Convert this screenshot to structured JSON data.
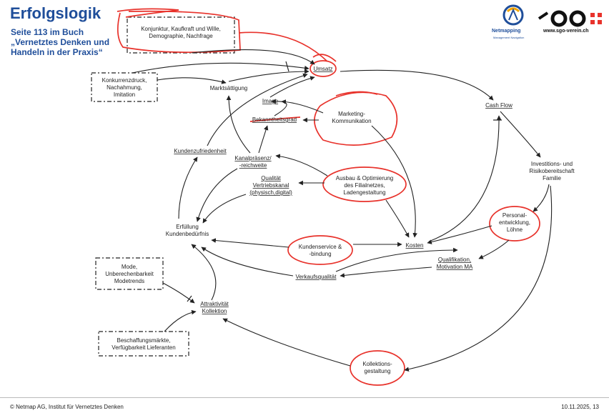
{
  "title": "Erfolgslogik",
  "subtitle": [
    "Seite 113 im Buch",
    "„Vernetztes Denken und",
    "Handeln in der Praxis“"
  ],
  "logos": {
    "netmapping": "Netmapping",
    "netmapping_tag": "Management Navigation",
    "sgo_url": "www.sgo-verein.ch"
  },
  "nodes": {
    "konjunktur": [
      "Konjunktur, Kaufkraft und Wille,",
      "Demographie, Nachfrage"
    ],
    "konkurrenz": [
      "Konkurrenzdruck,",
      "Nachahmung,",
      "Imitation"
    ],
    "marktsaettigung": [
      "Marktsättigung"
    ],
    "umsatz": [
      "Umsatz"
    ],
    "image": [
      "Image"
    ],
    "bekanntheitsgrad": [
      "Bekanntheitsgrad"
    ],
    "marketing": [
      "Marketing-",
      "Kommunikation"
    ],
    "cashflow": [
      "Cash Flow"
    ],
    "kundenzufriedenheit": [
      "Kundenzufriedenheit"
    ],
    "kanalpraesenz": [
      "Kanalpräsenz/",
      "-reichweite"
    ],
    "qualitaet": [
      "Qualität",
      "Vertriebskanal",
      "(physisch,digital)"
    ],
    "ausbau": [
      "Ausbau & Optimierung",
      "des Filialnetzes,",
      "Ladengestaltung"
    ],
    "investitionen": [
      "Investitions- und",
      "Risikobereitschaft",
      "Familie"
    ],
    "erfuellung": [
      "Erfüllung",
      "Kundenbedürfnis"
    ],
    "personal": [
      "Personal-",
      "entwicklung,",
      "Löhne"
    ],
    "kundenservice": [
      "Kundenservice &",
      "-bindung"
    ],
    "kosten": [
      "Kosten"
    ],
    "qualifikation": [
      "Qualifikation,",
      "Motivation MA"
    ],
    "mode": [
      "Mode,",
      "Unberechenbarkeit",
      "Modetrends"
    ],
    "verkaufsqualitaet": [
      "Verkaufsqualität"
    ],
    "attraktivitaet": [
      "Attraktivität",
      "Kollektion"
    ],
    "beschaffung": [
      "Beschaffungsmärkte,",
      "Verfügbarkeit Lieferanten"
    ],
    "kollektionsgestaltung": [
      "Kollektions-",
      "gestaltung"
    ]
  },
  "footer": {
    "left": "©   Netmap AG, Institut für Vernetztes Denken",
    "right": "10.11.2025, 13"
  },
  "colors": {
    "title": "#1f4e9a",
    "highlight_red": "#e8322b",
    "ink": "#222222"
  }
}
